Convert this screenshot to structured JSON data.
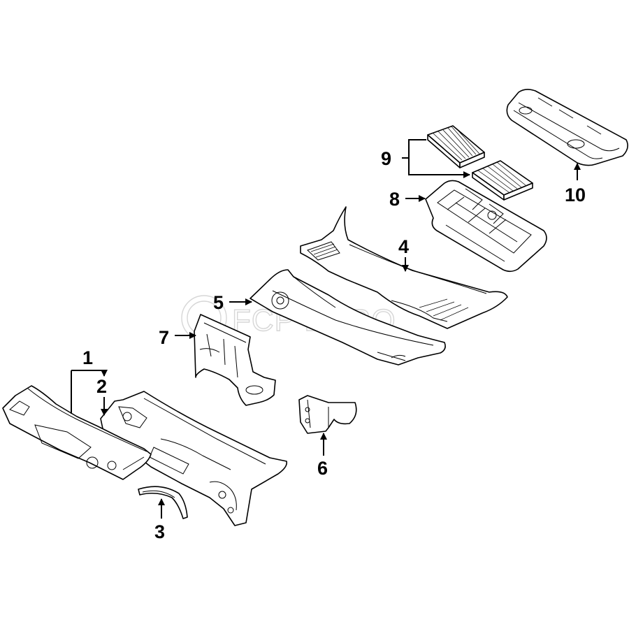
{
  "watermark": {
    "brand": "FCP EURO",
    "registered_mark": "®",
    "color": "#d6d6d6"
  },
  "callouts": [
    {
      "id": "1",
      "label": "1"
    },
    {
      "id": "2",
      "label": "2"
    },
    {
      "id": "3",
      "label": "3"
    },
    {
      "id": "4",
      "label": "4"
    },
    {
      "id": "5",
      "label": "5"
    },
    {
      "id": "6",
      "label": "6"
    },
    {
      "id": "7",
      "label": "7"
    },
    {
      "id": "8",
      "label": "8"
    },
    {
      "id": "9",
      "label": "9"
    },
    {
      "id": "10",
      "label": "10"
    }
  ],
  "colors": {
    "line": "#000000",
    "background": "#ffffff"
  }
}
